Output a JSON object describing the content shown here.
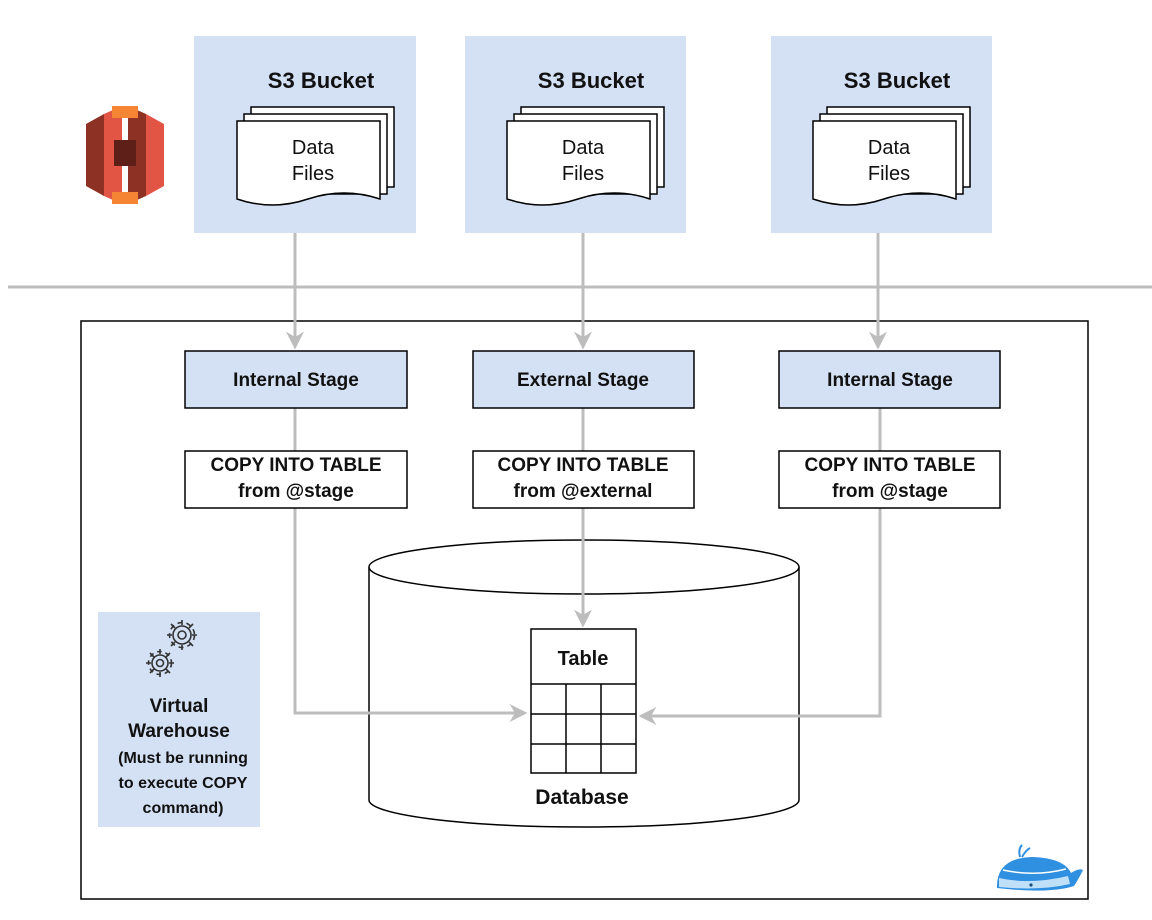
{
  "colors": {
    "bucket_fill": "#d4e1f5",
    "stage_fill": "#d4e1f5",
    "warehouse_fill": "#d4e1f5",
    "flow_line": "#bdbdbd",
    "s3_logo": "#e25444",
    "mascot": "#2f8fe0"
  },
  "icons": {
    "s3": "aws-s3-logo-icon",
    "warehouse": "gears-icon",
    "mascot": "whale-icon"
  },
  "buckets": [
    {
      "title": "S3 Bucket",
      "files_line1": "Data",
      "files_line2": "Files"
    },
    {
      "title": "S3 Bucket",
      "files_line1": "Data",
      "files_line2": "Files"
    },
    {
      "title": "S3 Bucket",
      "files_line1": "Data",
      "files_line2": "Files"
    }
  ],
  "stages": [
    {
      "label": "Internal Stage"
    },
    {
      "label": "External Stage"
    },
    {
      "label": "Internal Stage"
    }
  ],
  "copy_commands": [
    {
      "line1": "COPY INTO TABLE",
      "line2": "from @stage"
    },
    {
      "line1": "COPY INTO TABLE",
      "line2": "from @external"
    },
    {
      "line1": "COPY INTO TABLE",
      "line2": "from @stage"
    }
  ],
  "database": {
    "label": "Database",
    "table_label": "Table"
  },
  "warehouse": {
    "title_line1": "Virtual",
    "title_line2": "Warehouse",
    "note_line1": "(Must be running",
    "note_line2": "to execute COPY",
    "note_line3": "command)"
  }
}
